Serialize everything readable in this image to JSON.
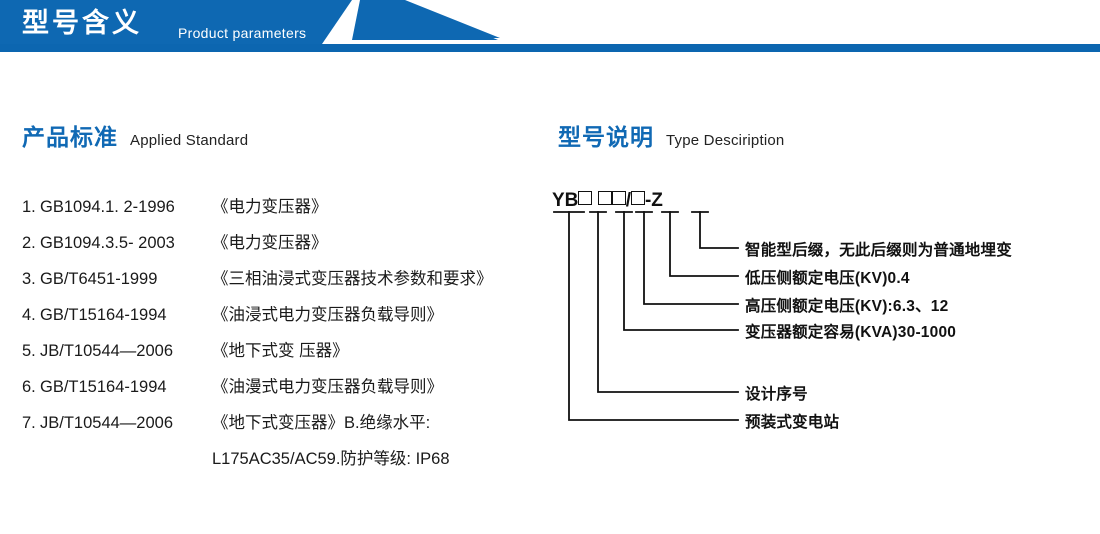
{
  "banner": {
    "title": "型号含义",
    "subtitle": "Product parameters",
    "bg_color": "#1069B4",
    "accent_color": "#0C66B0"
  },
  "sections": {
    "left": {
      "cn": "产品标准",
      "en": "Applied Standard"
    },
    "right": {
      "cn": "型号说明",
      "en": "Type Desciription"
    }
  },
  "standards": [
    {
      "index": "1.",
      "code": "GB1094.1. 2-1996",
      "name": "《电力变压器》"
    },
    {
      "index": "2.",
      "code": "GB1094.3.5- 2003",
      "name": "《电力变压器》"
    },
    {
      "index": "3.",
      "code": "GB/T6451-1999",
      "name": "《三相油浸式变压器技术参数和要求》"
    },
    {
      "index": "4.",
      "code": "GB/T15164-1994",
      "name": "《油浸式电力变压器负载导则》"
    },
    {
      "index": "5.",
      "code": "JB/T10544—2006",
      "name": "《地下式变 压器》"
    },
    {
      "index": "6.",
      "code": "GB/T15164-1994",
      "name": "《油漫式电力变压器负载导则》"
    },
    {
      "index": "7.",
      "code": "JB/T10544—2006",
      "name": "《地下式变压器》B.绝缘水平:"
    }
  ],
  "standards_continuation": "L175AC35/AC59.防护等级: IP68",
  "type_code": {
    "prefix": "YB",
    "slash": "/",
    "dash": "-",
    "suffix": "Z",
    "annotations": [
      {
        "label": "智能型后缀，无此后缀则为普通地埋变"
      },
      {
        "label": "低压侧额定电压(KV)0.4"
      },
      {
        "label": "高压侧额定电压(KV):6.3、12"
      },
      {
        "label": "变压器额定容易(KVA)30-1000"
      },
      {
        "label": "设计序号"
      },
      {
        "label": "预装式变电站"
      }
    ]
  }
}
